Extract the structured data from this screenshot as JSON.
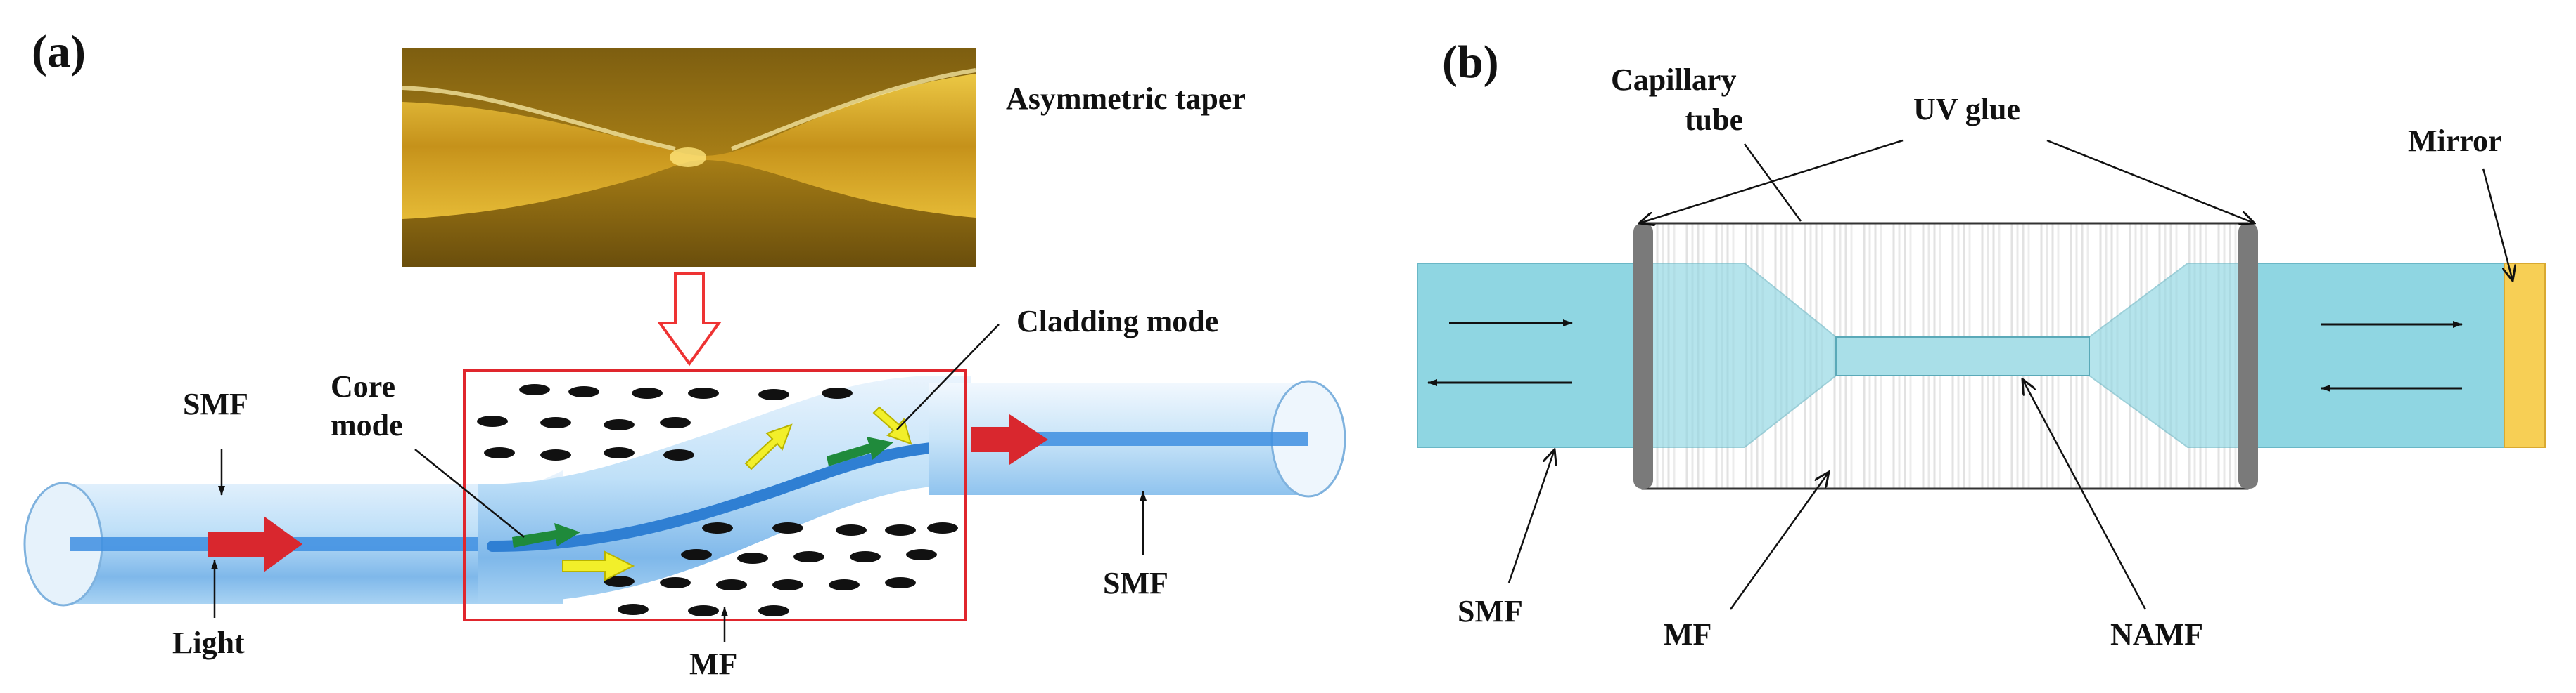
{
  "panel_a": {
    "tag": "(a)",
    "labels": {
      "asymmetric_taper": "Asymmetric taper",
      "cladding_mode": "Cladding mode",
      "core_mode_line1": "Core",
      "core_mode_line2": "mode",
      "smf_left": "SMF",
      "smf_right": "SMF",
      "light": "Light",
      "mf": "MF"
    }
  },
  "panel_b": {
    "tag": "(b)",
    "labels": {
      "capillary_line1": "Capillary",
      "capillary_line2": "tube",
      "uv_glue": "UV glue",
      "mirror": "Mirror",
      "smf": "SMF",
      "mf": "MF",
      "namf": "NAMF"
    }
  },
  "colors": {
    "fiber_blue": "#8fc6ec",
    "fiber_dark_blue": "#2f7fd3",
    "red_arrow": "#d9272e",
    "green_arrow": "#1f8a3b",
    "yellow_arrow": "#f2ef2a",
    "smf_cyan": "#8fd6e2",
    "mirror_yellow": "#f7cf55",
    "cap_gray": "#7a7a7a"
  }
}
